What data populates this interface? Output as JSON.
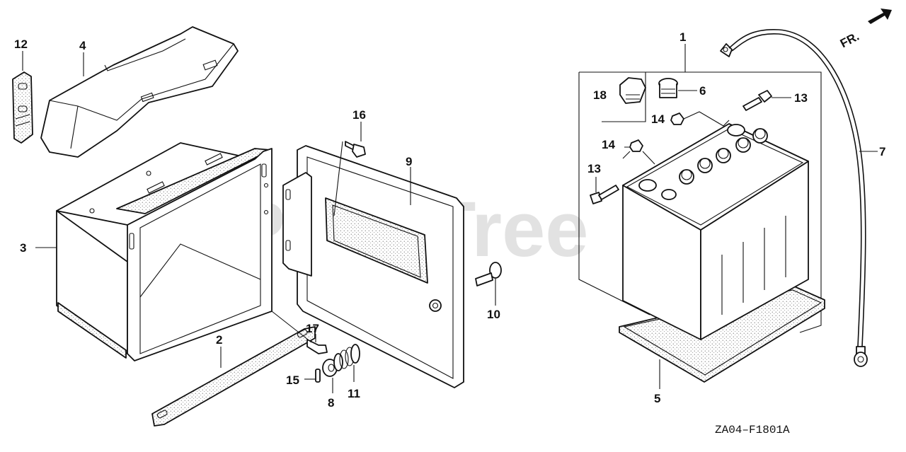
{
  "diagram": {
    "watermark": "PartsTree",
    "drawing_code": "ZA04–F1801A",
    "direction_label": "FR.",
    "callouts": {
      "c1": "1",
      "c2": "2",
      "c3": "3",
      "c4": "4",
      "c5": "5",
      "c6": "6",
      "c7": "7",
      "c8": "8",
      "c9": "9",
      "c10": "10",
      "c11": "11",
      "c12": "12",
      "c13a": "13",
      "c13b": "13",
      "c14a": "14",
      "c14b": "14",
      "c15": "15",
      "c16": "16",
      "c17": "17",
      "c18": "18"
    },
    "icons": {
      "direction": "forward-arrow-icon"
    }
  }
}
